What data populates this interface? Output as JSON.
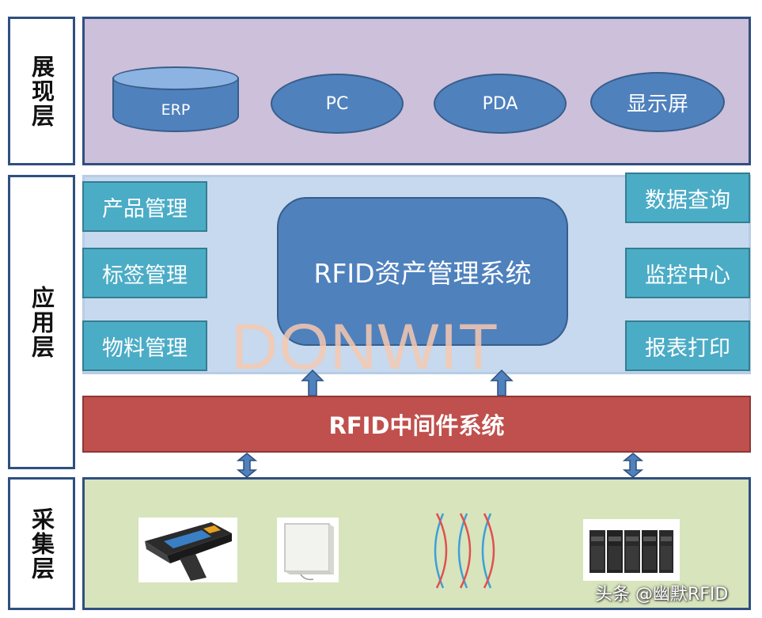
{
  "layers": {
    "display": "展现层",
    "application": "应用层",
    "collection": "采集层"
  },
  "display_items": [
    "ERP",
    "PC",
    "PDA",
    "显示屏"
  ],
  "app_left": [
    "产品管理",
    "标签管理",
    "物料管理"
  ],
  "app_right": [
    "数据查询",
    "监控中心",
    "报表打印"
  ],
  "core_system": "RFID资产管理系统",
  "middleware": "RFID中间件系统",
  "watermark": "DONWIT",
  "credit": "头条 @幽默RFID",
  "devices": [
    "handheld-reader-icon",
    "antenna-panel-icon",
    "rf-wave-icon",
    "server-rack-icon"
  ],
  "colors": {
    "border": "#2f4f7f",
    "display_bg": "#ccc0da",
    "app_bg": "#c6d9ee",
    "collect_bg": "#d7e4bc",
    "blue": "#4f81bd",
    "teal": "#4bacc6",
    "red": "#c0504d"
  }
}
